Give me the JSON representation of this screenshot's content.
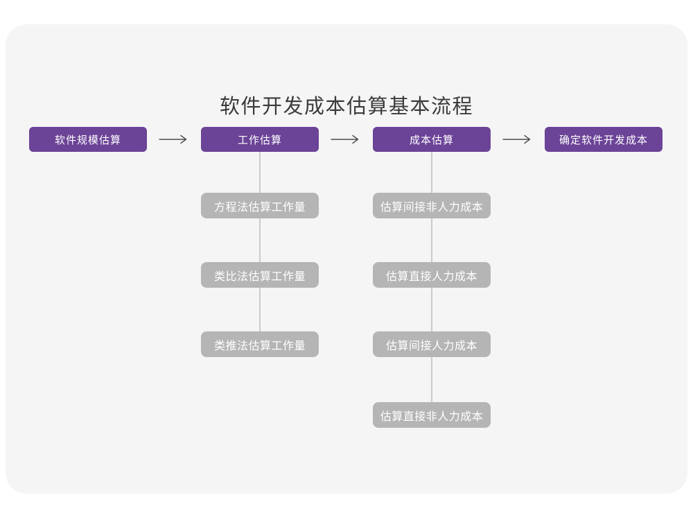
{
  "title": "软件开发成本估算基本流程",
  "colors": {
    "primary": "#6b4397",
    "sub_box": "#b5b5b5",
    "connector": "#cbcbcb",
    "arrow": "#4d4d4d",
    "title_text": "#3b3b3b",
    "card_background": "#f5f5f6",
    "page_background": "#ffffff"
  },
  "flow": {
    "steps": [
      {
        "label": "软件规模估算"
      },
      {
        "label": "工作估算"
      },
      {
        "label": "成本估算"
      },
      {
        "label": "确定软件开发成本"
      }
    ]
  },
  "columns": [
    {
      "parent": "工作估算",
      "items": [
        "方程法估算工作量",
        "类比法估算工作量",
        "类推法估算工作量"
      ]
    },
    {
      "parent": "成本估算",
      "items": [
        "估算间接非人力成本",
        "估算直接人力成本",
        "估算间接人力成本",
        "估算直接非人力成本"
      ]
    }
  ]
}
